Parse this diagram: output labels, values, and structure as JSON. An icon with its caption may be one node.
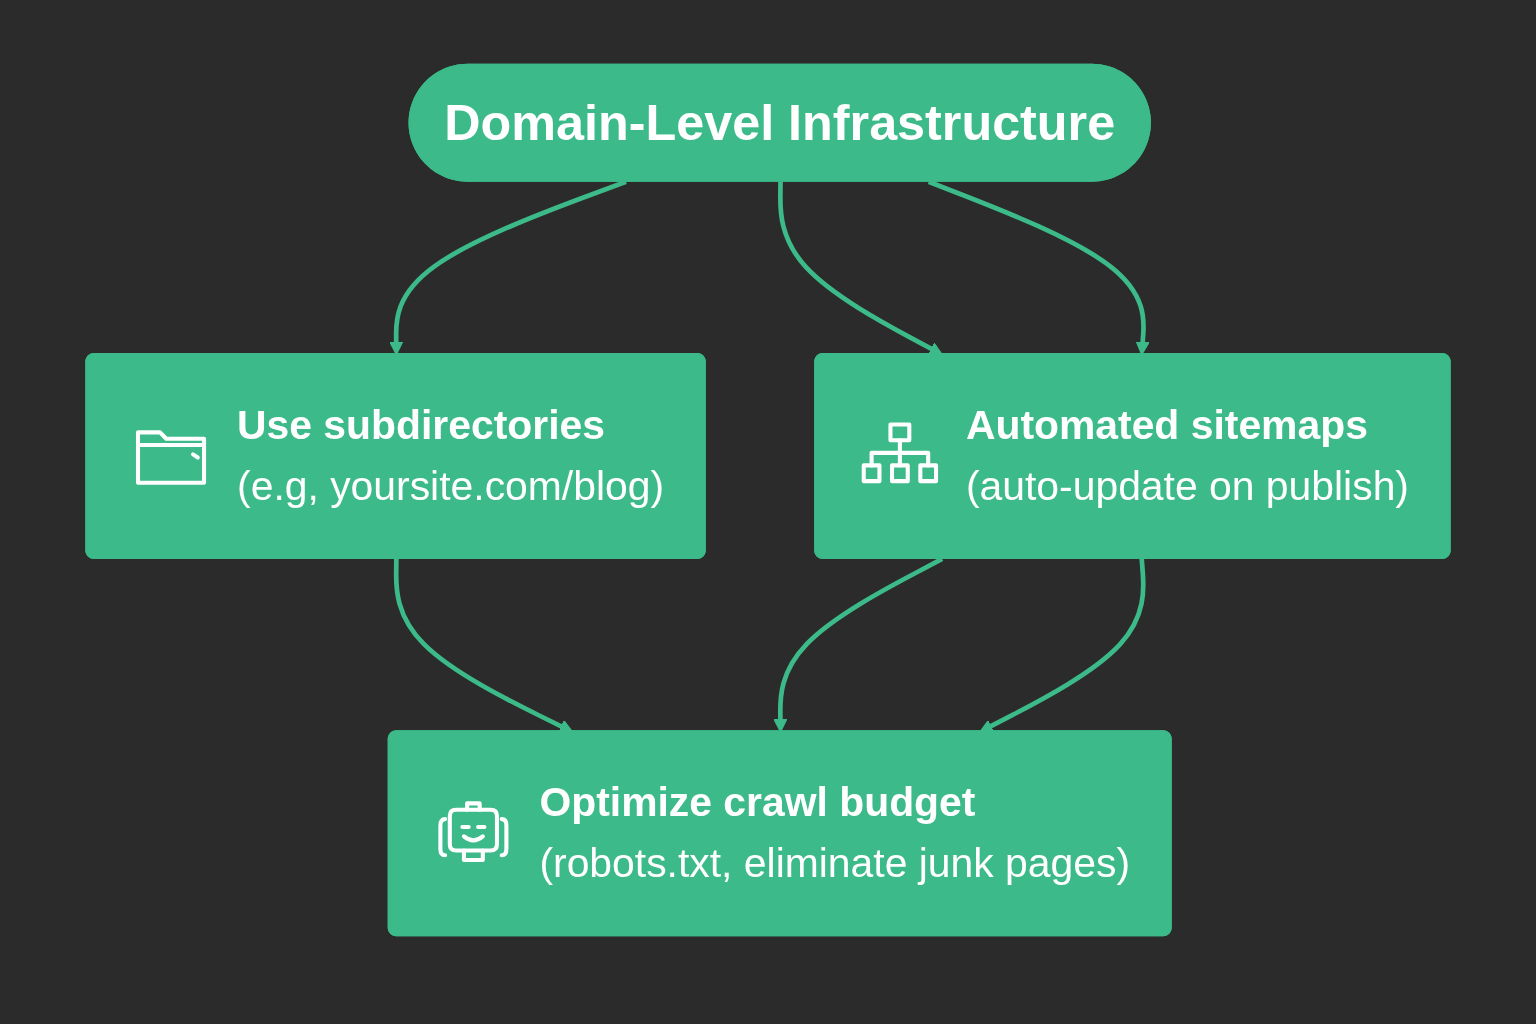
{
  "diagram": {
    "nodes": [
      {
        "text": [
          "Domain-Level Infrastructure"
        ]
      },
      {
        "text": [
          "Use subdirectories",
          "(e.g, yoursite.com/blog)"
        ]
      },
      {
        "text": [
          "Automated sitemaps",
          "(auto-update on publish)"
        ]
      },
      {
        "text": [
          "Optimize crawl budget",
          "(robots.txt, eliminate junk pages)"
        ]
      }
    ],
    "edges": [
      {
        "from": 0,
        "to": 1,
        "arrow": "to"
      },
      {
        "from": 0,
        "to": 2,
        "arrow": "to"
      },
      {
        "from": 0,
        "to": 2,
        "arrow": "to"
      },
      {
        "from": 1,
        "to": 3,
        "arrow": "to"
      },
      {
        "from": 2,
        "to": 3,
        "arrow": "to"
      },
      {
        "from": 2,
        "to": 3,
        "arrow": "to"
      }
    ]
  }
}
